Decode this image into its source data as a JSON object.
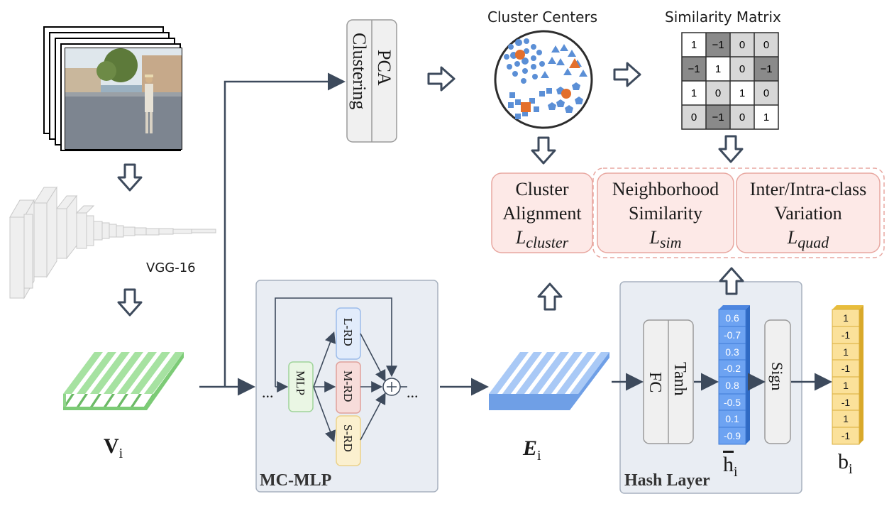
{
  "labels": {
    "vgg": "VGG-16",
    "pca": "PCA",
    "clustering": "Clustering",
    "cluster_centers": "Cluster Centers",
    "similarity_matrix": "Similarity Matrix",
    "v_main": "V",
    "v_sub": "i",
    "e_main": "E",
    "e_sub": "i",
    "h_main": "h",
    "h_sub": "i",
    "b_main": "b",
    "b_sub": "i",
    "mc_mlp": "MC-MLP",
    "hash_layer": "Hash Layer",
    "mlp": "MLP",
    "lrd": "L-RD",
    "mrd": "M-RD",
    "srd": "S-RD",
    "fc": "FC",
    "tanh": "Tanh",
    "sign": "Sign",
    "dots_in": "...",
    "dots_out": "..."
  },
  "losses": {
    "cluster": {
      "line1": "Cluster",
      "line2": "Alignment",
      "sym": "L",
      "sub": "cluster"
    },
    "sim": {
      "line1": "Neighborhood",
      "line2": "Similarity",
      "sym": "L",
      "sub": "sim"
    },
    "quad": {
      "line1": "Inter/Intra-class",
      "line2": "Variation",
      "sym": "L",
      "sub": "quad"
    }
  },
  "similarity_matrix": [
    [
      "1",
      "−1",
      "0",
      "0"
    ],
    [
      "−1",
      "1",
      "0",
      "−1"
    ],
    [
      "1",
      "0",
      "1",
      "0"
    ],
    [
      "0",
      "−1",
      "0",
      "1"
    ]
  ],
  "h_values": [
    "0.6",
    "-0.7",
    "0.3",
    "-0.2",
    "0.8",
    "-0.5",
    "0.1",
    "-0.9"
  ],
  "b_values": [
    "1",
    "-1",
    "1",
    "-1",
    "1",
    "-1",
    "1",
    "-1"
  ],
  "colors": {
    "arrow": "#3d4a5c",
    "green": "#8fd48a",
    "blue_feature": "#7aa9ef",
    "panel": "#e9edf3",
    "loss_fill": "#fde9e7",
    "loss_border": "#e8a7a0",
    "orange": "#e36f2c",
    "dot_blue": "#5b8fd6",
    "hash_yellow": "#f9d97a"
  }
}
